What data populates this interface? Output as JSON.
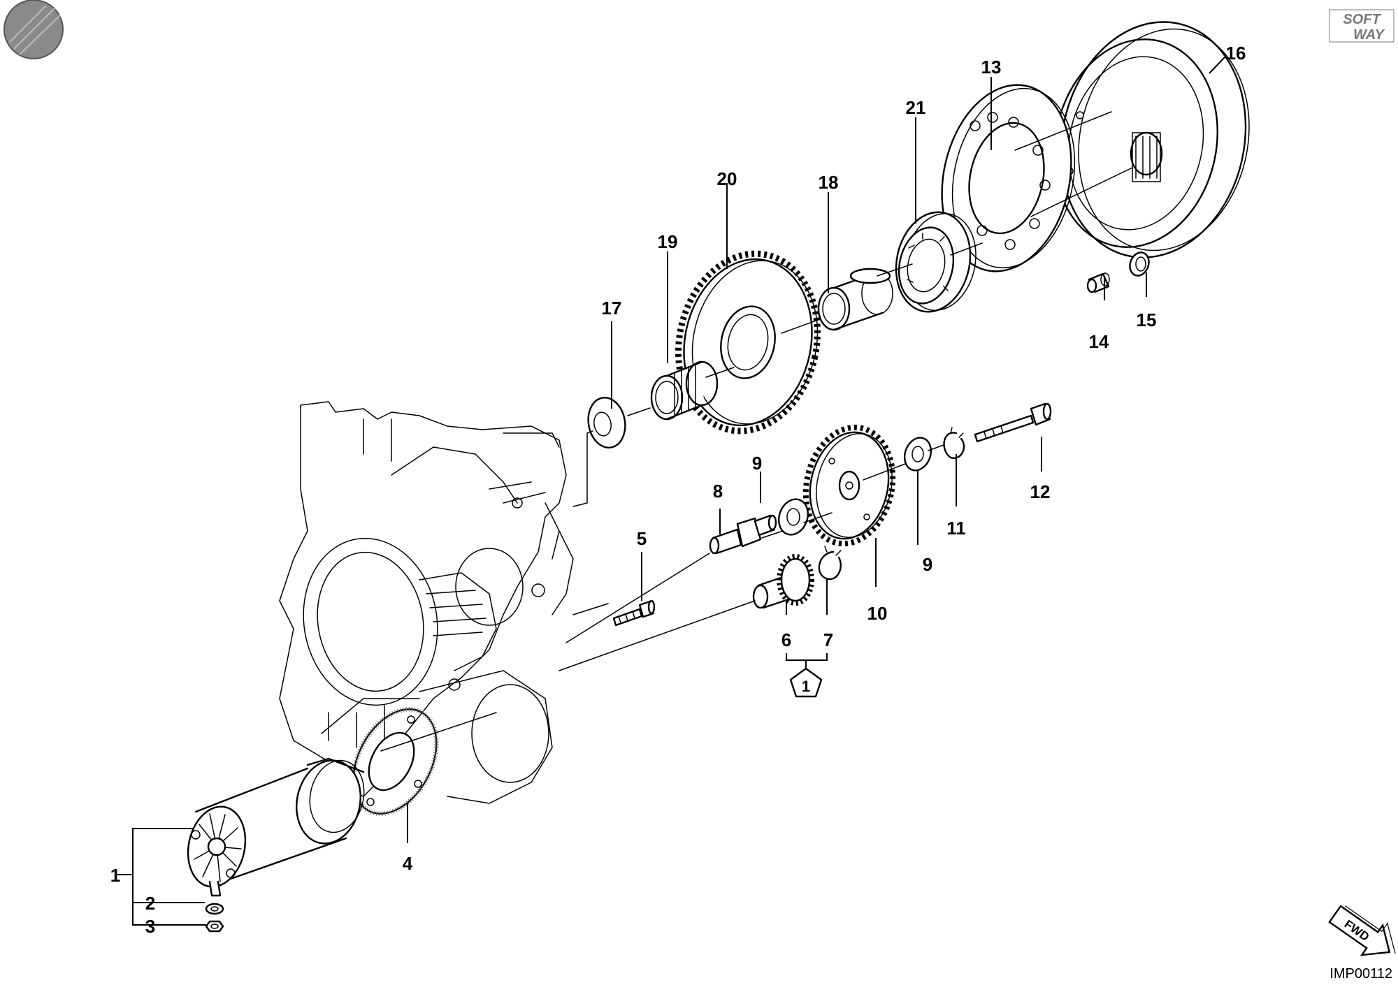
{
  "diagram": {
    "callouts": [
      {
        "id": "1",
        "text": "1"
      },
      {
        "id": "2",
        "text": "2"
      },
      {
        "id": "3",
        "text": "3"
      },
      {
        "id": "4",
        "text": "4"
      },
      {
        "id": "5",
        "text": "5"
      },
      {
        "id": "6",
        "text": "6"
      },
      {
        "id": "7",
        "text": "7"
      },
      {
        "id": "8",
        "text": "8"
      },
      {
        "id": "9a",
        "text": "9"
      },
      {
        "id": "9b",
        "text": "9"
      },
      {
        "id": "10",
        "text": "10"
      },
      {
        "id": "11",
        "text": "11"
      },
      {
        "id": "12",
        "text": "12"
      },
      {
        "id": "13",
        "text": "13"
      },
      {
        "id": "14",
        "text": "14"
      },
      {
        "id": "15",
        "text": "15"
      },
      {
        "id": "16",
        "text": "16"
      },
      {
        "id": "17",
        "text": "17"
      },
      {
        "id": "18",
        "text": "18"
      },
      {
        "id": "19",
        "text": "19"
      },
      {
        "id": "20",
        "text": "20"
      },
      {
        "id": "21",
        "text": "21"
      }
    ],
    "kit_symbol_text": "1",
    "logo": {
      "line1": "SOFT",
      "line2": "WAY"
    },
    "fwd_arrow_text": "FWD",
    "image_code": "IMP00112",
    "colors": {
      "ink": "#000000",
      "paper": "#ffffff",
      "disc": "#8a8a8a"
    }
  }
}
